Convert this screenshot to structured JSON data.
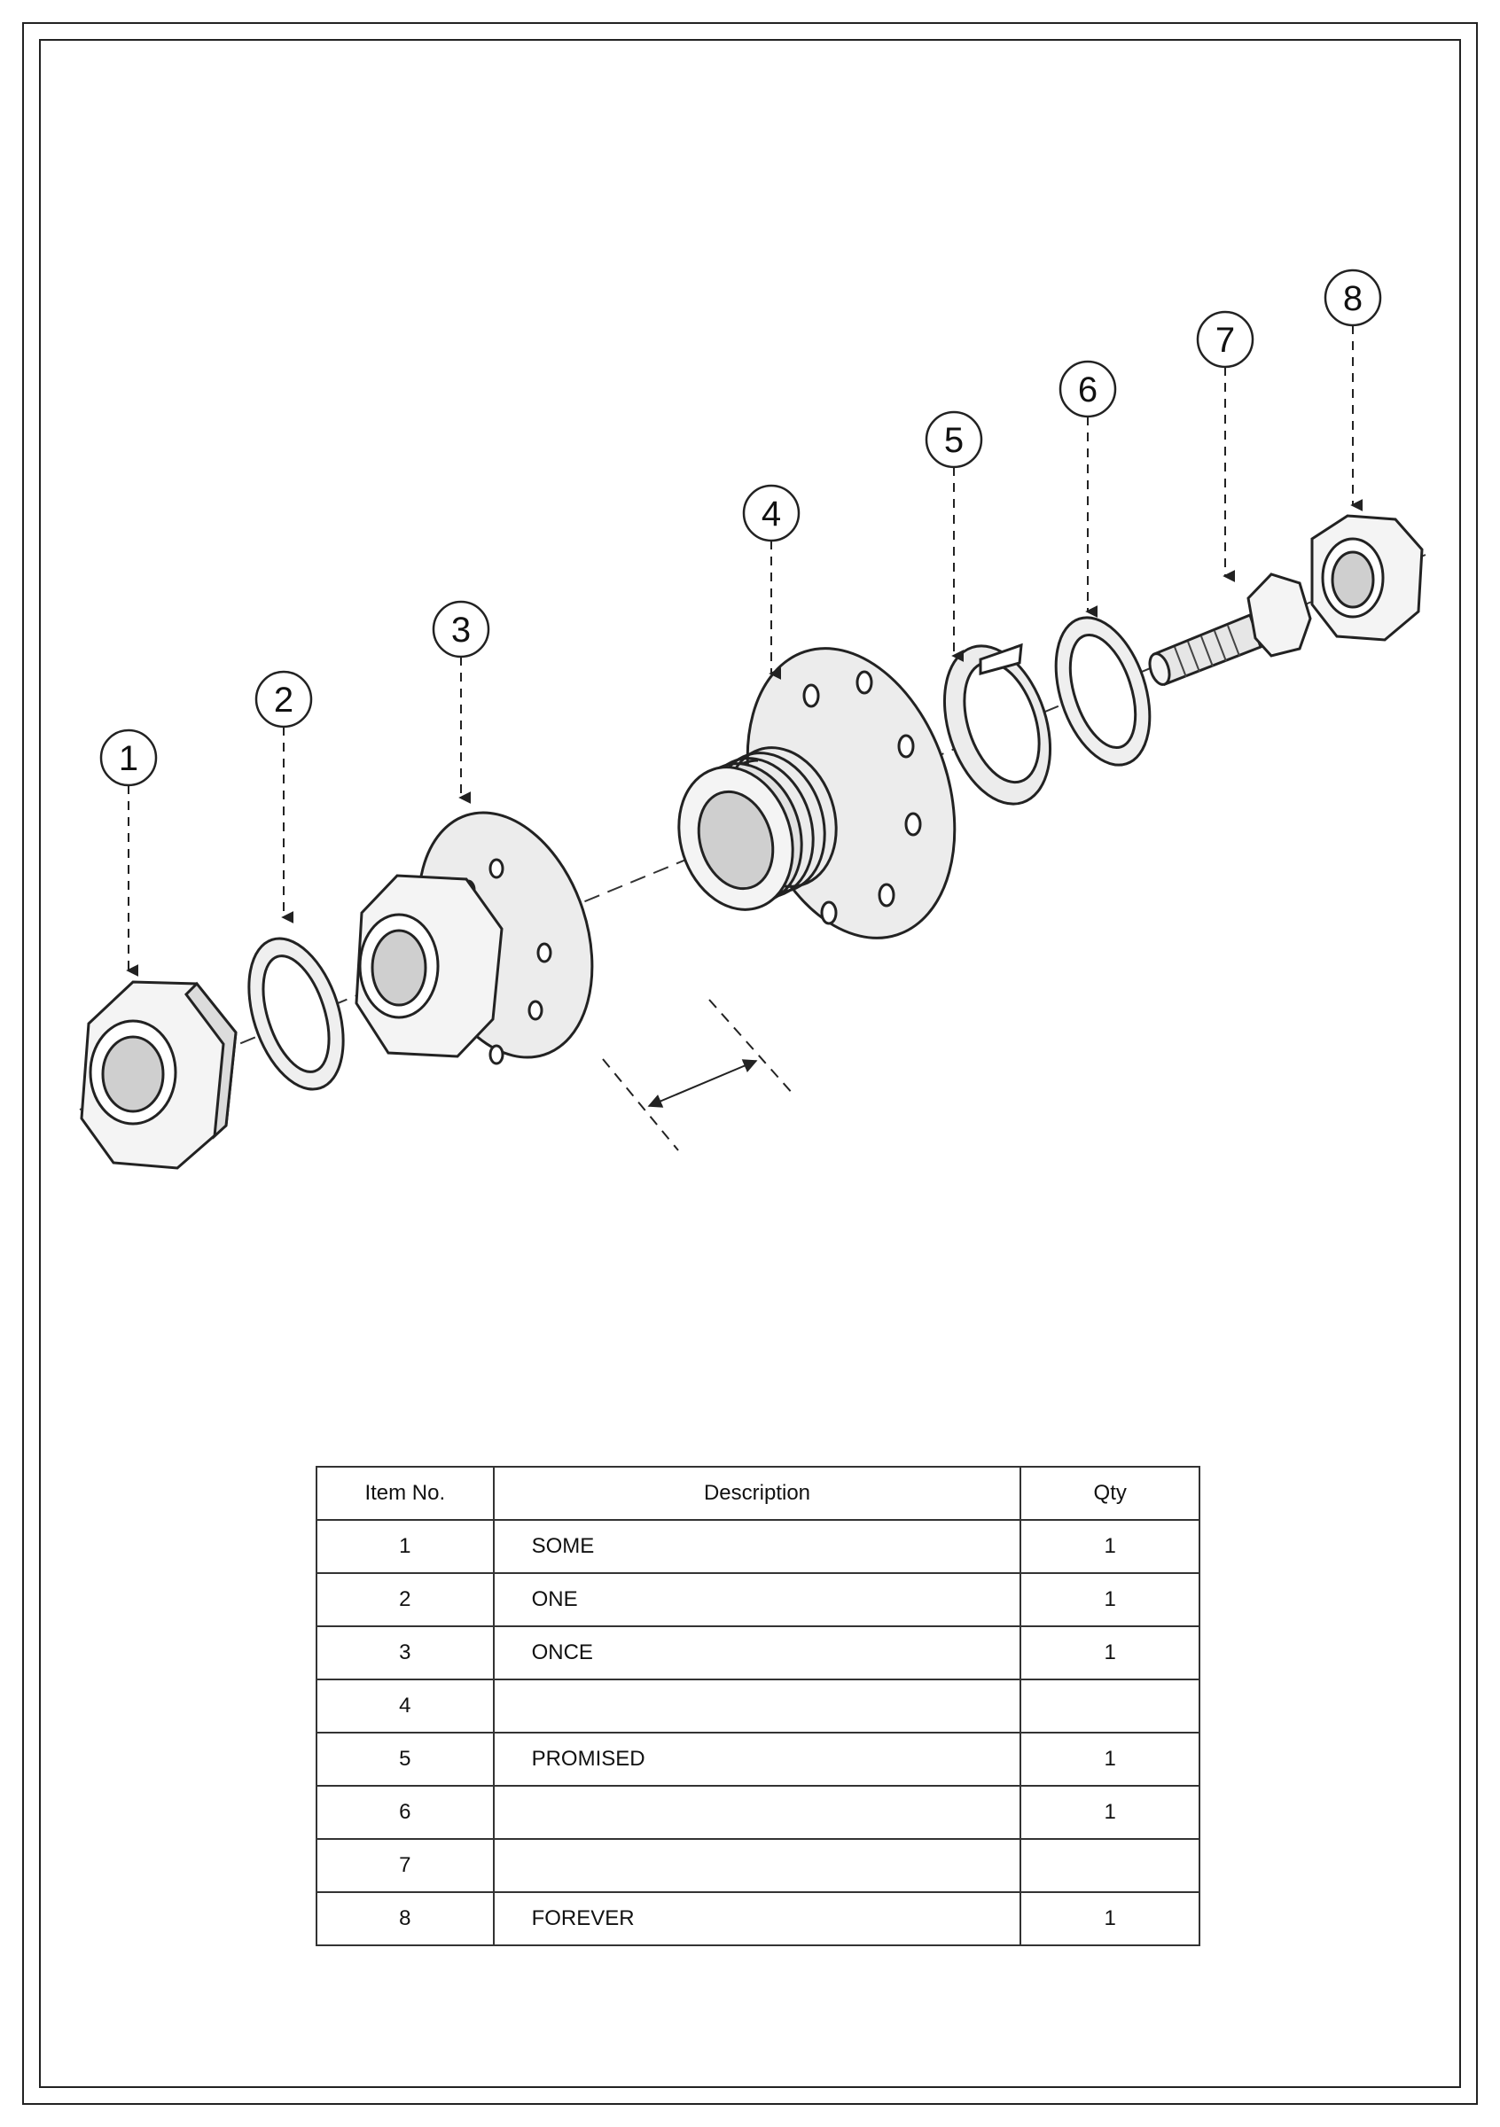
{
  "balloons": [
    "1",
    "2",
    "3",
    "4",
    "5",
    "6",
    "7",
    "8"
  ],
  "bom": {
    "headers": {
      "item": "Item No.",
      "description": "Description",
      "qty": "Qty"
    },
    "rows": [
      {
        "item": "1",
        "description": "SOME",
        "qty": "1"
      },
      {
        "item": "2",
        "description": "ONE",
        "qty": "1"
      },
      {
        "item": "3",
        "description": "ONCE",
        "qty": "1"
      },
      {
        "item": "4",
        "description": "",
        "qty": ""
      },
      {
        "item": "5",
        "description": "PROMISED",
        "qty": "1"
      },
      {
        "item": "6",
        "description": "",
        "qty": "1"
      },
      {
        "item": "7",
        "description": "",
        "qty": ""
      },
      {
        "item": "8",
        "description": "FOREVER",
        "qty": "1"
      }
    ]
  }
}
